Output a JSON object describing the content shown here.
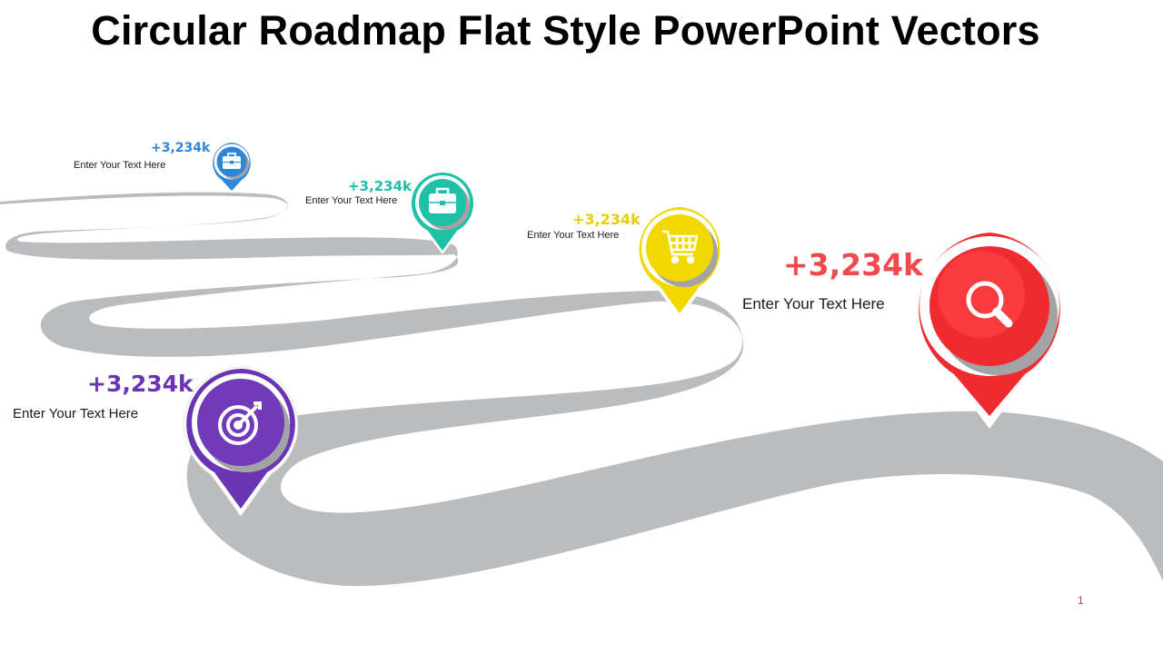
{
  "slide": {
    "title": "Circular Roadmap Flat Style PowerPoint Vectors",
    "page_number": "1"
  },
  "colors": {
    "road": "#bbbcbe",
    "milestone_1": "#6a35b4",
    "milestone_2": "#f02b2f",
    "milestone_3": "#f0d800",
    "milestone_4": "#1ec0a6",
    "milestone_5": "#2f86d6"
  },
  "milestones": [
    {
      "value": "+3,234k",
      "text": "Enter Your Text Here",
      "icon": "target-icon",
      "color": "#6a35b4"
    },
    {
      "value": "+3,234k",
      "text": "Enter Your Text Here",
      "icon": "search-icon",
      "color": "#f02b2f"
    },
    {
      "value": "+3,234k",
      "text": "Enter Your Text Here",
      "icon": "shopping-cart-icon",
      "color": "#f0d800"
    },
    {
      "value": "+3,234k",
      "text": "Enter Your Text Here",
      "icon": "briefcase-icon",
      "color": "#1ec0a6"
    },
    {
      "value": "+3,234k",
      "text": "Enter Your Text Here",
      "icon": "briefcase-icon",
      "color": "#2f86d6"
    }
  ]
}
